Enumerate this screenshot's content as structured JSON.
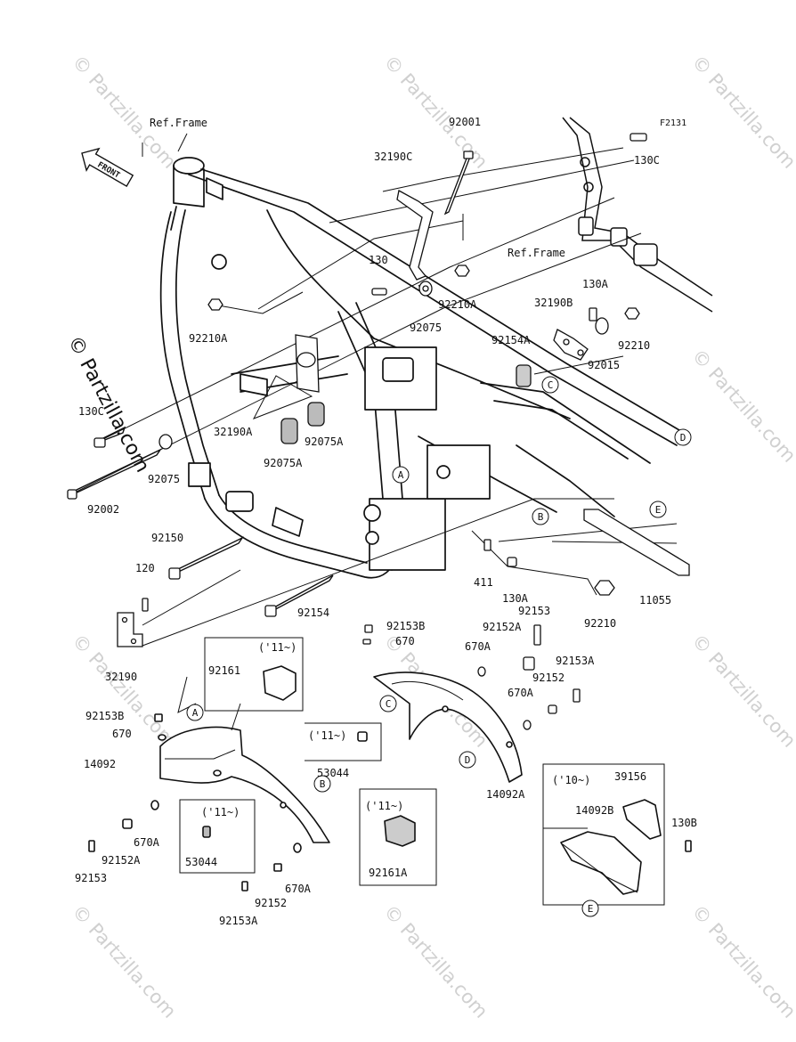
{
  "diagram": {
    "figure_code": "F2131",
    "ref_frame_labels": [
      "Ref.Frame",
      "Ref.Frame"
    ],
    "front_arrow": "FRONT",
    "year_notes": [
      "('11~)",
      "('11~)",
      "('11~)",
      "('11~)",
      "('10~)"
    ],
    "callout_letters": [
      "A",
      "B",
      "C",
      "D",
      "E",
      "A",
      "B",
      "C",
      "D",
      "E"
    ],
    "part_labels": [
      "92001",
      "32190C",
      "130C",
      "130C",
      "130",
      "92210A",
      "92075",
      "92210A",
      "130A",
      "32190B",
      "92210",
      "92015",
      "92154A",
      "32190A",
      "92075A",
      "92075A",
      "92075",
      "92002",
      "92150",
      "120",
      "32190",
      "92154",
      "411",
      "130A",
      "11055",
      "92210",
      "92153B",
      "670",
      "92153",
      "92152A",
      "670A",
      "92153A",
      "92152",
      "670A",
      "14092A",
      "92161",
      "92153B",
      "670",
      "14092",
      "53044",
      "670A",
      "92152A",
      "92153",
      "53044",
      "670A",
      "92152",
      "92153A",
      "92161A",
      "39156",
      "14092B",
      "130B"
    ]
  },
  "watermark": {
    "text": "© Partzilla.com",
    "side_text": "© Partzilla.com"
  }
}
